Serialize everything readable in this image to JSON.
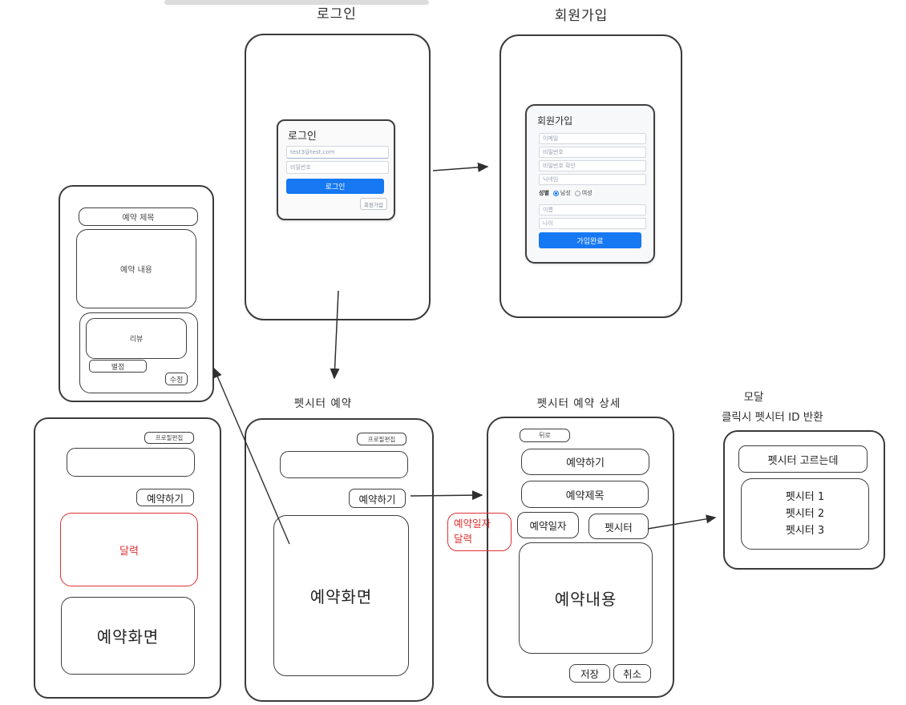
{
  "flow": {
    "login_label": "로그인",
    "signup_label": "회원가입"
  },
  "login_screen": {
    "card": {
      "heading": "로그인",
      "email_value": "test3@test.com",
      "password_placeholder": "비밀번호",
      "login_button": "로그인",
      "signup_button": "회원가입"
    }
  },
  "signup_screen": {
    "card": {
      "heading": "회원가입",
      "email_placeholder": "이메일",
      "password_placeholder": "비밀번호",
      "password_confirm_placeholder": "비밀번호 확인",
      "nickname_placeholder": "닉네임",
      "gender_label": "성별",
      "gender_male": "남성",
      "gender_female": "여성",
      "name_placeholder": "이름",
      "age_placeholder": "나이",
      "submit_button": "가입완료"
    }
  },
  "review_screen": {
    "title_bar": "예약 제목",
    "content_box": "예약 내용",
    "review_box": "리뷰",
    "rating_bar": "별점",
    "edit_button": "수정"
  },
  "mypage_screen": {
    "profile_edit_button": "프로필편집",
    "reserve_button": "예약하기",
    "calendar_box": "달력",
    "reservation_box": "예약화면"
  },
  "petsitter_screen": {
    "title": "펫시터 예약",
    "profile_edit_button": "프로필편집",
    "reserve_button": "예약하기",
    "reservation_box": "예약화면"
  },
  "detail_screen": {
    "title": "펫시터 예약 상세",
    "back_button": "뒤로",
    "reserve_box": "예약하기",
    "title_box": "예약제목",
    "date_box": "예약일자",
    "petsitter_box": "펫시터",
    "content_box": "예약내용",
    "save_button": "저장",
    "cancel_button": "취소"
  },
  "annotation": {
    "line1": "예약일자",
    "line2": "달력"
  },
  "modal": {
    "label": "모달",
    "sublabel": "클릭시 펫시터 ID 반환",
    "heading": "펫시터 고르는데",
    "items": [
      "펫시터 1",
      "펫시터 2",
      "펫시터 3"
    ]
  },
  "colors": {
    "accent_blue": "#1678f2",
    "annotation_red": "#e03131",
    "stroke_dark": "#3a3a3a"
  }
}
